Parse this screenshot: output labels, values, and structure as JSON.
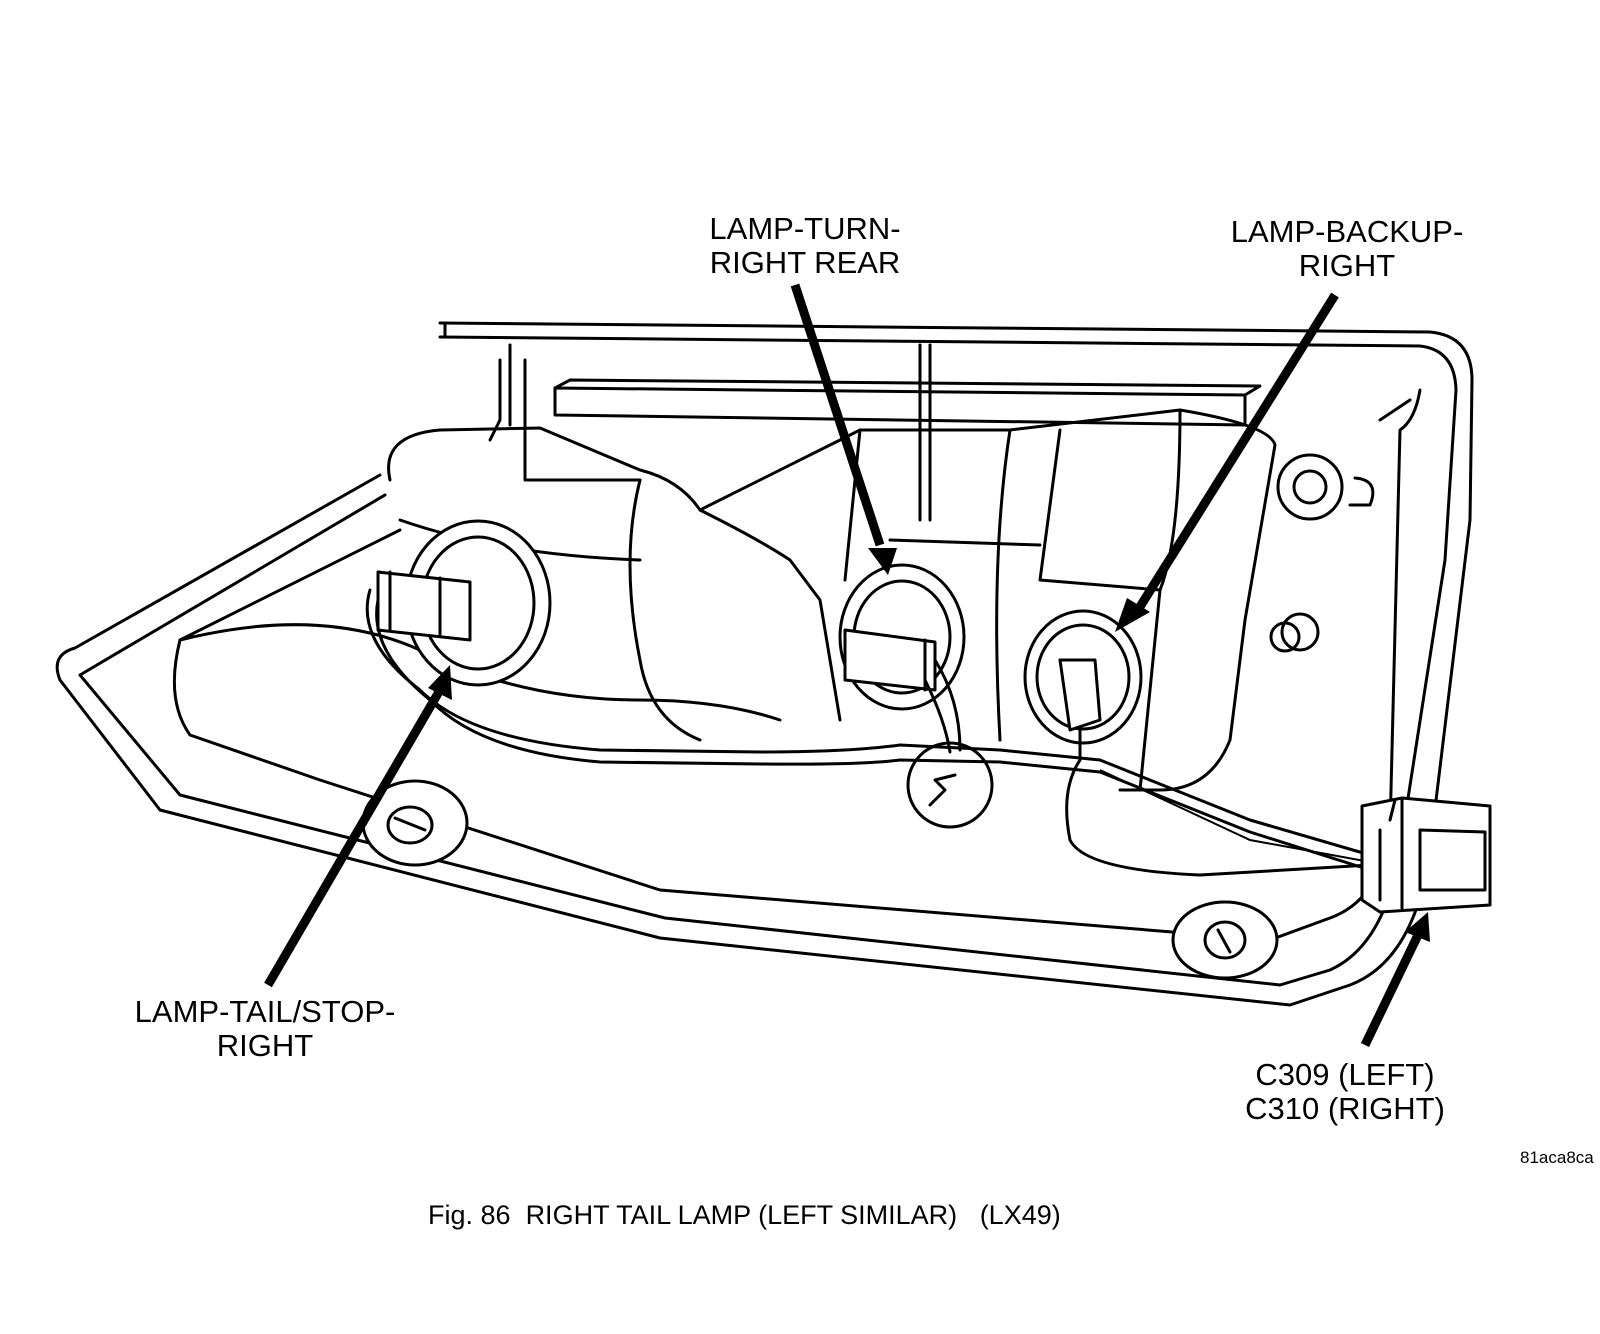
{
  "callouts": {
    "turn": [
      "LAMP-TURN-",
      "RIGHT REAR"
    ],
    "backup": [
      "LAMP-BACKUP-",
      "RIGHT"
    ],
    "tail_stop": [
      "LAMP-TAIL/STOP-",
      "RIGHT"
    ],
    "connector": [
      "C309 (LEFT)",
      "C310 (RIGHT)"
    ]
  },
  "image_code": "81aca8ca",
  "caption": {
    "fig": "Fig. 86",
    "title": "RIGHT TAIL LAMP (LEFT SIMILAR)",
    "code": "(LX49)"
  }
}
